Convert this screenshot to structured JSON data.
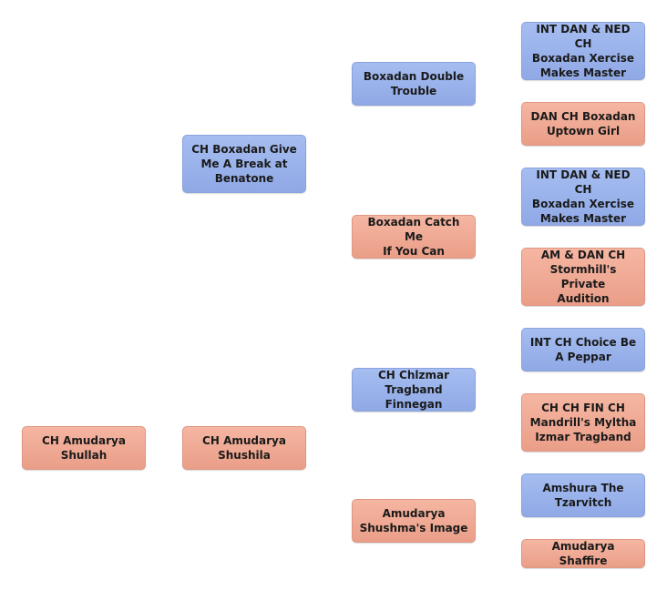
{
  "pedigree": {
    "subject": {
      "name": "CH Amudarya\nShullah",
      "sex": "female"
    },
    "sire": {
      "name": "CH Boxadan Give\nMe A Break at\nBenatone",
      "sex": "male"
    },
    "dam": {
      "name": "CH Amudarya\nShushila",
      "sex": "female"
    },
    "sire_sire": {
      "name": "Boxadan Double\nTrouble",
      "sex": "male"
    },
    "sire_dam": {
      "name": "Boxadan Catch Me\nIf You Can",
      "sex": "female"
    },
    "dam_sire": {
      "name": "CH Chlzmar\nTragband Finnegan",
      "sex": "male"
    },
    "dam_dam": {
      "name": "Amudarya\nShushma's Image",
      "sex": "female"
    },
    "gen3": [
      {
        "name": "INT DAN & NED CH\nBoxadan Xercise\nMakes Master",
        "sex": "male"
      },
      {
        "name": "DAN CH Boxadan\nUptown Girl",
        "sex": "female"
      },
      {
        "name": "INT DAN & NED CH\nBoxadan Xercise\nMakes Master",
        "sex": "male"
      },
      {
        "name": "AM & DAN CH\nStormhill's Private\nAudition",
        "sex": "female"
      },
      {
        "name": "INT CH  Choice Be\nA Peppar",
        "sex": "male"
      },
      {
        "name": "CH CH FIN CH\nMandrill's Myltha\nIzmar Tragband",
        "sex": "female"
      },
      {
        "name": "Amshura The\nTzarvitch",
        "sex": "male"
      },
      {
        "name": "Amudarya Shaffire",
        "sex": "female"
      }
    ]
  },
  "colors": {
    "male": "#9bb3ec",
    "female": "#f0aa95"
  }
}
